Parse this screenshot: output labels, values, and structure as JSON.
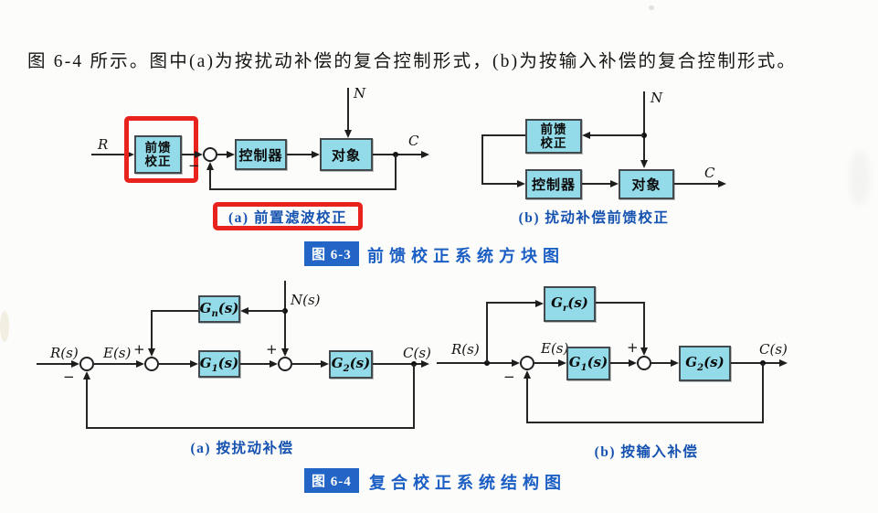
{
  "page": {
    "intro": "图 6-4 所示。图中(a)为按扰动补偿的复合控制形式，(b)为按输入补偿的复合控制形式。"
  },
  "colors": {
    "paper": "#fcfcfa",
    "block_fill": "#93dbe9",
    "block_border": "#434a4d",
    "caption_blue": "#1552b0",
    "badge_blue": "#2365c6",
    "highlight_red": "#e8231d"
  },
  "fig63": {
    "badge": "图 6-3",
    "title": "前馈校正系统方块图",
    "a": {
      "caption": "(a) 前置滤波校正",
      "input_label": "R",
      "disturbance_label": "N",
      "output_label": "C",
      "minus": "−",
      "blocks": {
        "feedforward_l1": "前馈",
        "feedforward_l2": "校正",
        "controller": "控制器",
        "plant": "对象"
      }
    },
    "b": {
      "caption": "(b) 扰动补偿前馈校正",
      "disturbance_label": "N",
      "output_label": "C",
      "blocks": {
        "feedforward_l1": "前馈",
        "feedforward_l2": "校正",
        "controller": "控制器",
        "plant": "对象"
      }
    }
  },
  "fig64": {
    "badge": "图 6-4",
    "title": "复合校正系统结构图",
    "a": {
      "caption": "(a) 按扰动补偿",
      "labels": {
        "r": "R(s)",
        "e": "E(s)",
        "n": "N(s)",
        "c": "C(s)"
      },
      "signs": {
        "minus": "−",
        "plus_inner": "+",
        "plus_noise": "+"
      },
      "blocks": {
        "gn": {
          "base": "G",
          "sub": "n",
          "arg": "(s)"
        },
        "g1": {
          "base": "G",
          "sub": "1",
          "arg": "(s)"
        },
        "g2": {
          "base": "G",
          "sub": "2",
          "arg": "(s)"
        }
      }
    },
    "b": {
      "caption": "(b) 按输入补偿",
      "labels": {
        "r": "R(s)",
        "e": "E(s)",
        "c": "C(s)"
      },
      "signs": {
        "minus": "−",
        "plus": "+"
      },
      "blocks": {
        "gr": {
          "base": "G",
          "sub": "r",
          "arg": "(s)"
        },
        "g1": {
          "base": "G",
          "sub": "1",
          "arg": "(s)"
        },
        "g2": {
          "base": "G",
          "sub": "2",
          "arg": "(s)"
        }
      }
    }
  }
}
